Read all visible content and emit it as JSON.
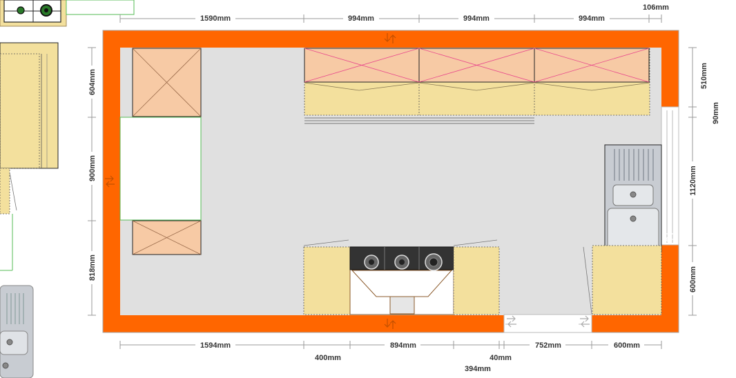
{
  "colors": {
    "wall": "#ff6600",
    "floor": "#e0e0e0",
    "cabinet": "#f3e09d",
    "wall_cabinet": "#f7caa5",
    "cross_pink": "#e8478c",
    "dimension": "#999999",
    "opening_green": "#55bb55",
    "hob": "#333333",
    "sink": "#c8ccd2"
  },
  "dimensions": {
    "top_1590": "1590mm",
    "top_994_a": "994mm",
    "top_994_b": "994mm",
    "top_994_c": "994mm",
    "top_106": "106mm",
    "left_604": "604mm",
    "left_900": "900mm",
    "left_818": "818mm",
    "right_510": "510mm",
    "right_90": "90mm",
    "right_1120": "1120mm",
    "right_600": "600mm",
    "bottom_1594": "1594mm",
    "bottom_894": "894mm",
    "bottom_752": "752mm",
    "bottom_600": "600mm",
    "bottom_400": "400mm",
    "bottom_40": "40mm",
    "bottom_394": "394mm"
  },
  "icons": {
    "hob_burner": "burner-icon",
    "sink_drain": "drain-icon",
    "swap_arrows": "swap-arrows-icon"
  }
}
